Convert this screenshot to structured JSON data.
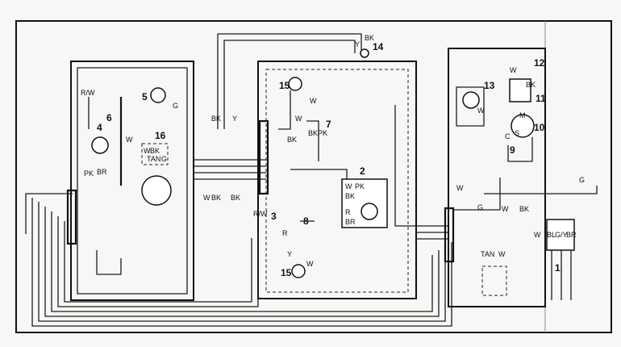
{
  "diagram": {
    "component_numbers": [
      "1",
      "2",
      "3",
      "4",
      "5",
      "6",
      "7",
      "8",
      "9",
      "10",
      "11",
      "12",
      "13",
      "14",
      "15",
      "15",
      "16"
    ],
    "wire_labels": {
      "rw_top": "R/W",
      "pk_left": "PK",
      "br_left": "BR",
      "w_6": "W",
      "g_5": "G",
      "w_16": "W",
      "bk_16": "BK",
      "tan_16": "TAN",
      "g_16": "G",
      "w_mid1": "W",
      "bk_mid1": "BK",
      "bk_mid2": "BK",
      "rw_mid": "R/W",
      "bk_top": "BK",
      "y_top": "Y",
      "y_14": "Y",
      "bk_14": "BK",
      "w_15a": "W",
      "bk_15a": "BK",
      "w_7": "W",
      "bk_7": "BK",
      "pk_7": "PK",
      "w_2": "W",
      "bk_2": "BK",
      "pk_2": "PK",
      "r_2": "R",
      "br_2": "BR",
      "r_bot": "R",
      "y_15b": "Y",
      "w_15b": "W",
      "w_right1": "W",
      "g_right": "G",
      "w_right2": "W",
      "bk_right": "BK",
      "w_13": "W",
      "w_12": "W",
      "bk_12": "BK",
      "g_far": "G",
      "w_1": "W",
      "bl_1": "BL",
      "gy_1": "G/Y",
      "br_1": "BR",
      "tan_r": "TAN",
      "w_r": "W",
      "c_9": "C",
      "s_10": "S",
      "m_10": "M"
    }
  }
}
